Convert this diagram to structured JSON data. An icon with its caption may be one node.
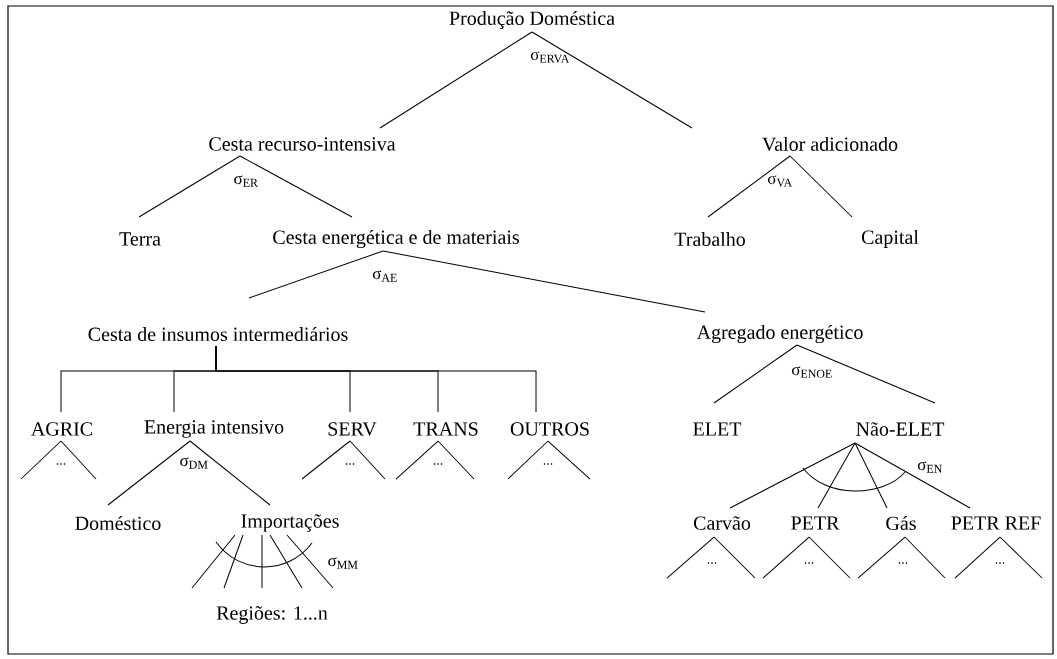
{
  "diagram": {
    "nodes": [
      {
        "text": [
          "Produção Doméstica"
        ],
        "beside": [
          "σ$_{ERVA}$"
        ]
      },
      {
        "text": [
          "Cesta recurso-intensiva"
        ],
        "beside": [
          "σ$_{ER}$"
        ]
      },
      {
        "text": [
          "Valor adicionado"
        ],
        "beside": [
          "σ$_{VA}$"
        ]
      },
      {
        "text": [
          "Terra"
        ]
      },
      {
        "text": [
          "Cesta energética e de materiais"
        ],
        "beside": [
          "σ$_{AE}$"
        ]
      },
      {
        "text": [
          "Trabalho"
        ]
      },
      {
        "text": [
          "Capital"
        ]
      },
      {
        "text": [
          "Cesta de insumos intermediários"
        ]
      },
      {
        "text": [
          "Agregado energético"
        ],
        "beside": [
          "σ$_{ENOE}$"
        ]
      },
      {
        "text": [
          "AGRIC"
        ]
      },
      {
        "text": [
          "Energia intensivo"
        ],
        "beside": [
          "σ$_{DM}$"
        ]
      },
      {
        "text": [
          "SERV"
        ]
      },
      {
        "text": [
          "TRANS"
        ]
      },
      {
        "text": [
          "OUTROS"
        ]
      },
      {
        "text": [
          "ELET"
        ]
      },
      {
        "text": [
          "Não-ELET"
        ],
        "beside": [
          "σ$_{EN}$"
        ]
      },
      {
        "text": [
          "Doméstico"
        ]
      },
      {
        "text": [
          "Importações"
        ],
        "beside": [
          "σ$_{MM}$"
        ]
      },
      {
        "text": [
          "Regiões: 1...n"
        ]
      },
      {
        "text": [
          "Carvão"
        ]
      },
      {
        "text": [
          "PETR"
        ]
      },
      {
        "text": [
          "Gás"
        ]
      },
      {
        "text": [
          "PETR REF"
        ]
      }
    ],
    "edges": [
      {
        "from": 0,
        "to": 1,
        "arrow": "none"
      },
      {
        "from": 0,
        "to": 2,
        "arrow": "none"
      },
      {
        "from": 1,
        "to": 3,
        "arrow": "none"
      },
      {
        "from": 1,
        "to": 4,
        "arrow": "none"
      },
      {
        "from": 2,
        "to": 5,
        "arrow": "none"
      },
      {
        "from": 2,
        "to": 6,
        "arrow": "none"
      },
      {
        "from": 4,
        "to": 7,
        "arrow": "none"
      },
      {
        "from": 4,
        "to": 8,
        "arrow": "none"
      },
      {
        "from": 7,
        "to": 9,
        "arrow": "none"
      },
      {
        "from": 7,
        "to": 10,
        "arrow": "none"
      },
      {
        "from": 7,
        "to": 11,
        "arrow": "none"
      },
      {
        "from": 7,
        "to": 12,
        "arrow": "none"
      },
      {
        "from": 7,
        "to": 13,
        "arrow": "none"
      },
      {
        "from": 8,
        "to": 14,
        "arrow": "none"
      },
      {
        "from": 8,
        "to": 15,
        "arrow": "none"
      },
      {
        "from": 10,
        "to": 16,
        "arrow": "none"
      },
      {
        "from": 10,
        "to": 17,
        "arrow": "none"
      },
      {
        "from": 17,
        "to": 18,
        "arrow": "none"
      },
      {
        "from": 17,
        "to": 18,
        "arrow": "none"
      },
      {
        "from": 17,
        "to": 18,
        "arrow": "none"
      },
      {
        "from": 17,
        "to": 18,
        "arrow": "none"
      },
      {
        "from": 17,
        "to": 18,
        "arrow": "none"
      },
      {
        "from": 15,
        "to": 19,
        "arrow": "none"
      },
      {
        "from": 15,
        "to": 20,
        "arrow": "none"
      },
      {
        "from": 15,
        "to": 21,
        "arrow": "none"
      },
      {
        "from": 15,
        "to": 22,
        "arrow": "none"
      },
      {
        "from": 9,
        "to": null,
        "arrow": "none"
      },
      {
        "from": 9,
        "to": null,
        "arrow": "none"
      },
      {
        "from": 11,
        "to": null,
        "arrow": "none"
      },
      {
        "from": 11,
        "to": null,
        "arrow": "none"
      },
      {
        "from": 12,
        "to": null,
        "arrow": "none"
      },
      {
        "from": 12,
        "to": null,
        "arrow": "none"
      },
      {
        "from": 13,
        "to": null,
        "arrow": "none"
      },
      {
        "from": 13,
        "to": null,
        "arrow": "none"
      },
      {
        "from": 19,
        "to": null,
        "arrow": "none"
      },
      {
        "from": 19,
        "to": null,
        "arrow": "none"
      },
      {
        "from": 20,
        "to": null,
        "arrow": "none"
      },
      {
        "from": 20,
        "to": null,
        "arrow": "none"
      },
      {
        "from": 21,
        "to": null,
        "arrow": "none"
      },
      {
        "from": 21,
        "to": null,
        "arrow": "none"
      },
      {
        "from": 22,
        "to": null,
        "arrow": "none"
      },
      {
        "from": 22,
        "to": null,
        "arrow": "none"
      }
    ],
    "labels": [
      "...",
      "...",
      "...",
      "...",
      "...",
      "...",
      "...",
      "..."
    ]
  }
}
